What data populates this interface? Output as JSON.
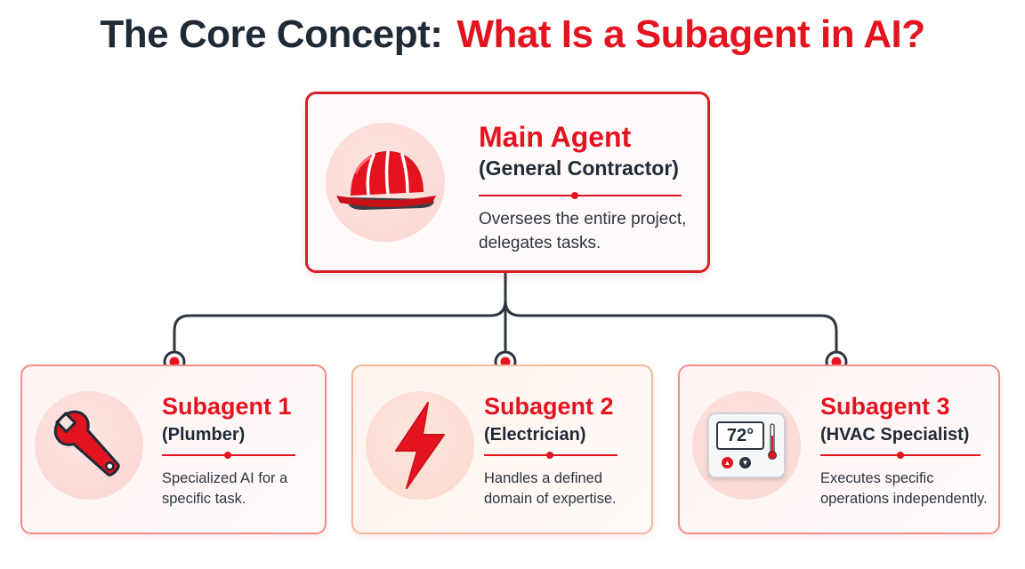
{
  "title": {
    "part1": "The Core Concept:",
    "part2": "What Is a Subagent in AI?"
  },
  "main_agent": {
    "heading": "Main Agent",
    "role": "(General Contractor)",
    "description": "Oversees the entire project, delegates tasks.",
    "icon": "hard-hat-icon"
  },
  "subagents": [
    {
      "heading": "Subagent 1",
      "role": "(Plumber)",
      "description": "Specialized AI for a specific task.",
      "icon": "wrench-icon"
    },
    {
      "heading": "Subagent 2",
      "role": "(Electrician)",
      "description": "Handles a defined domain of expertise.",
      "icon": "lightning-bolt-icon"
    },
    {
      "heading": "Subagent 3",
      "role": "(HVAC Specialist)",
      "description": "Executes specific operations independently.",
      "icon": "thermostat-icon",
      "thermostat_reading": "72°"
    }
  ],
  "colors": {
    "accent": "#e3141f",
    "text_dark": "#1f2a36",
    "connector": "#2e3440"
  }
}
